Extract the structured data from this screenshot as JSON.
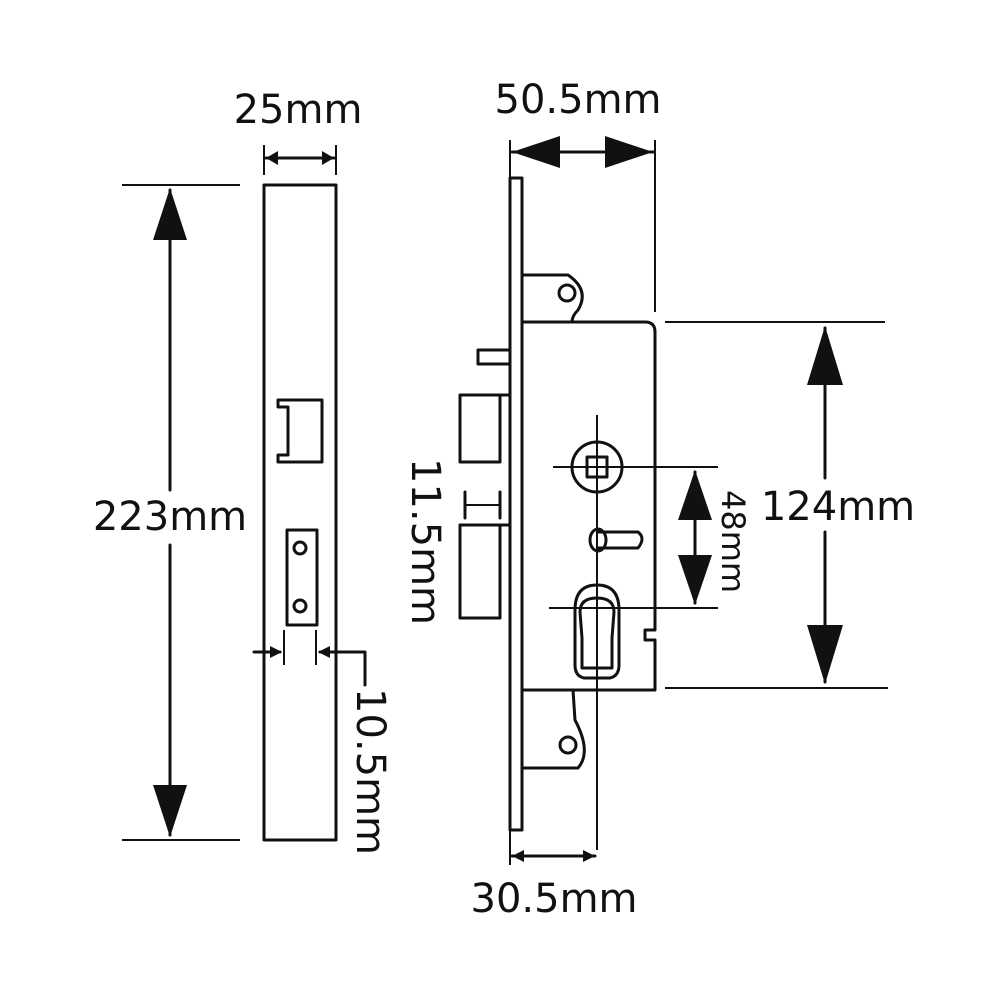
{
  "labels": {
    "faceplate_width": "25mm",
    "faceplate_height": "223mm",
    "faceplate_offset": "10.5mm",
    "backset_overall": "50.5mm",
    "case_height": "124mm",
    "centres": "48mm",
    "latch_gap": "11.5mm",
    "backset": "30.5mm"
  }
}
